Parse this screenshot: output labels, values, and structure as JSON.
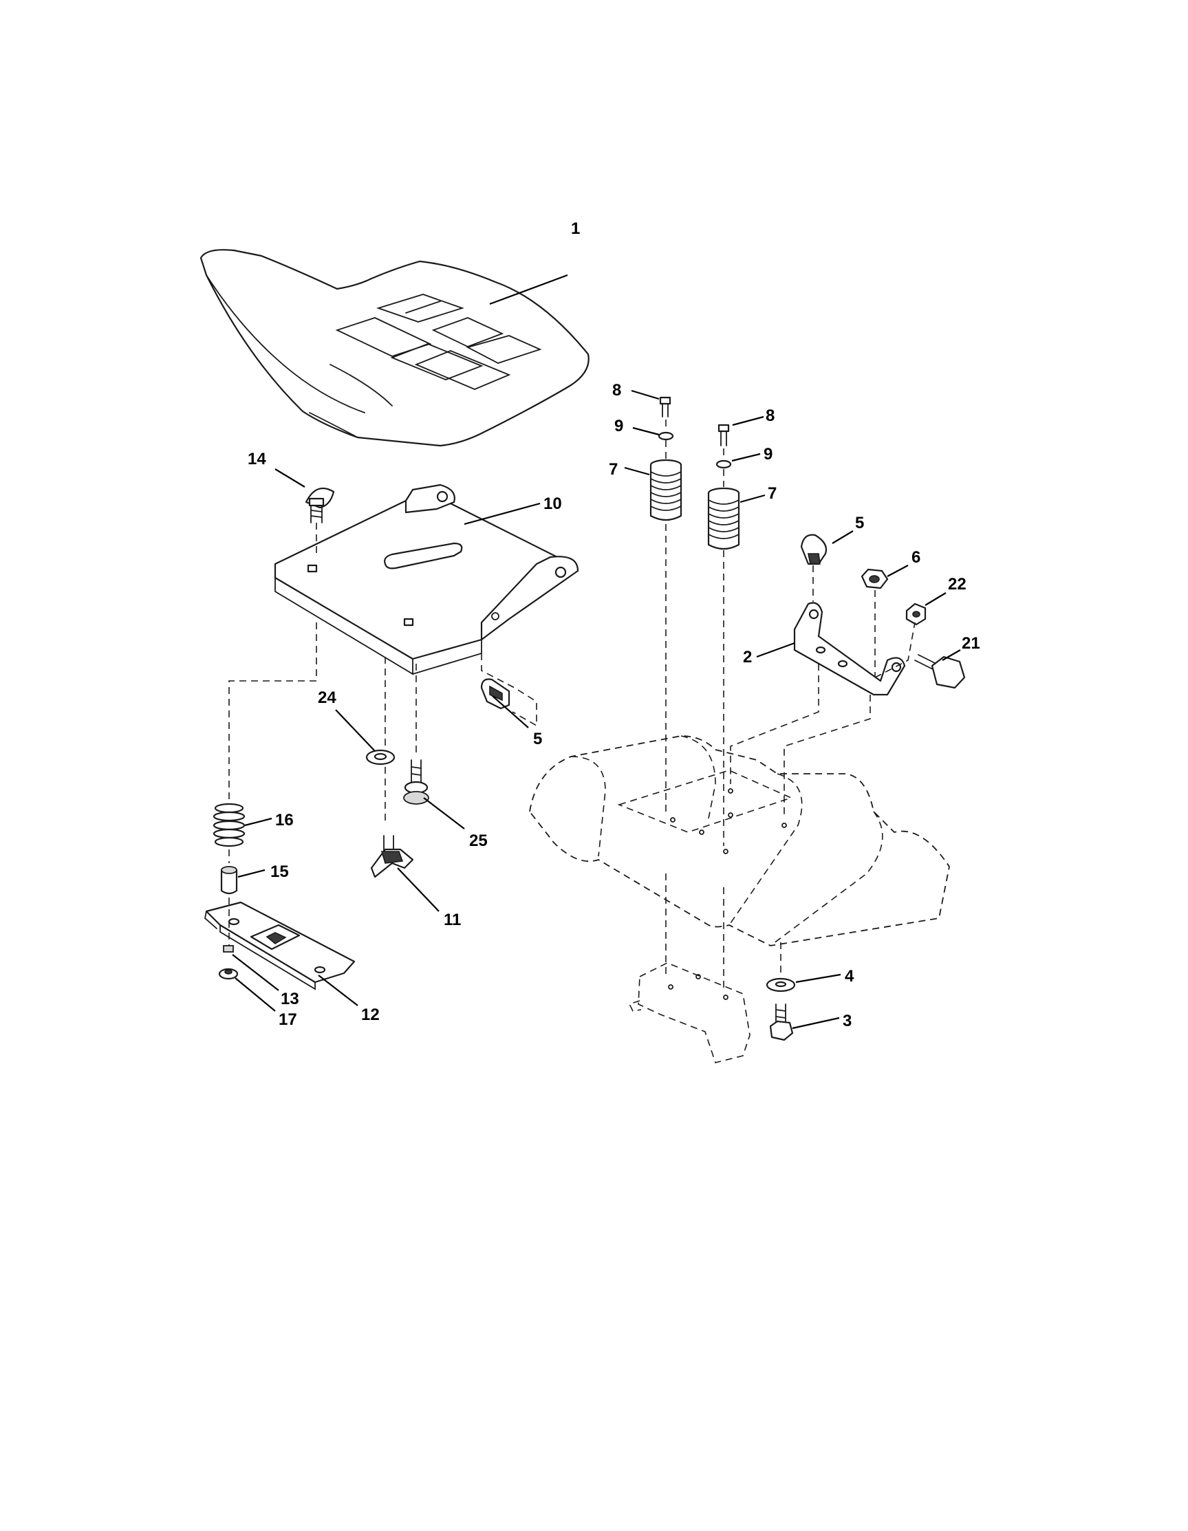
{
  "callouts": [
    {
      "id": "c1",
      "label": "1"
    },
    {
      "id": "c2",
      "label": "2"
    },
    {
      "id": "c3",
      "label": "3"
    },
    {
      "id": "c4",
      "label": "4"
    },
    {
      "id": "c5a",
      "label": "5"
    },
    {
      "id": "c5b",
      "label": "5"
    },
    {
      "id": "c6",
      "label": "6"
    },
    {
      "id": "c7a",
      "label": "7"
    },
    {
      "id": "c7b",
      "label": "7"
    },
    {
      "id": "c8a",
      "label": "8"
    },
    {
      "id": "c8b",
      "label": "8"
    },
    {
      "id": "c9a",
      "label": "9"
    },
    {
      "id": "c9b",
      "label": "9"
    },
    {
      "id": "c10",
      "label": "10"
    },
    {
      "id": "c11",
      "label": "11"
    },
    {
      "id": "c12",
      "label": "12"
    },
    {
      "id": "c13",
      "label": "13"
    },
    {
      "id": "c14",
      "label": "14"
    },
    {
      "id": "c15",
      "label": "15"
    },
    {
      "id": "c16",
      "label": "16"
    },
    {
      "id": "c17",
      "label": "17"
    },
    {
      "id": "c21",
      "label": "21"
    },
    {
      "id": "c22",
      "label": "22"
    },
    {
      "id": "c24",
      "label": "24"
    },
    {
      "id": "c25",
      "label": "25"
    }
  ]
}
